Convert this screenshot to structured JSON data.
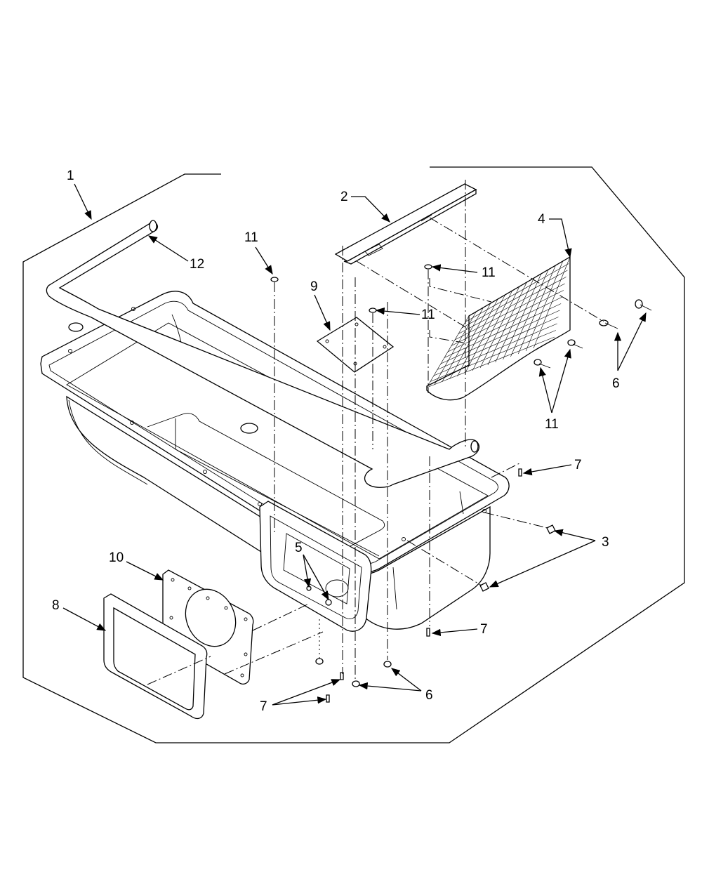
{
  "diagram": {
    "callouts": [
      {
        "id": "c1",
        "text": "1"
      },
      {
        "id": "c2",
        "text": "2"
      },
      {
        "id": "c3",
        "text": "3"
      },
      {
        "id": "c4",
        "text": "4"
      },
      {
        "id": "c5",
        "text": "5"
      },
      {
        "id": "c6a",
        "text": "6"
      },
      {
        "id": "c6b",
        "text": "6"
      },
      {
        "id": "c7a",
        "text": "7"
      },
      {
        "id": "c7b",
        "text": "7"
      },
      {
        "id": "c7c",
        "text": "7"
      },
      {
        "id": "c8",
        "text": "8"
      },
      {
        "id": "c9",
        "text": "9"
      },
      {
        "id": "c10",
        "text": "10"
      },
      {
        "id": "c11a",
        "text": "11"
      },
      {
        "id": "c11b",
        "text": "11"
      },
      {
        "id": "c11c",
        "text": "11"
      },
      {
        "id": "c11d",
        "text": "11"
      },
      {
        "id": "c12",
        "text": "12"
      }
    ]
  }
}
